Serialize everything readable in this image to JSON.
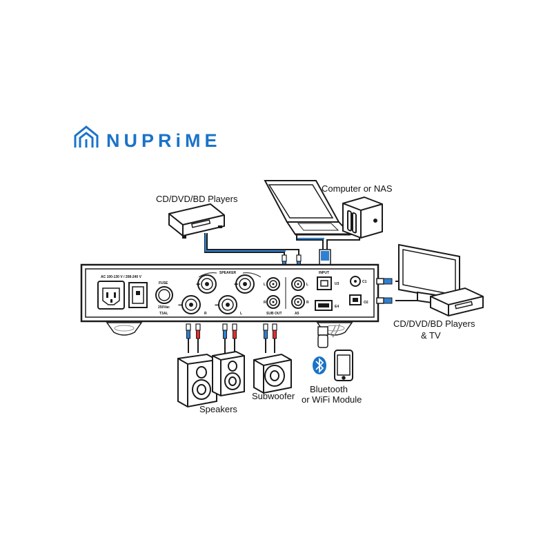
{
  "brand": {
    "name": "NUPRiME",
    "color": "#1a73c8"
  },
  "labels": {
    "cd_players_top": "CD/DVD/BD Players",
    "computer_nas": "Computer or NAS",
    "cd_players_tv_line1": "CD/DVD/BD Players",
    "cd_players_tv_line2": "& TV",
    "speakers": "Speakers",
    "subwoofer": "Subwoofer",
    "bt_wifi_line1": "Bluetooth",
    "bt_wifi_line2": "or WiFi Module"
  },
  "panel": {
    "ac_rating": "AC 100-130 V / 208-240 V",
    "fuse": "FUSE",
    "fuse_rating": "250Vac",
    "fuse_type": "T3AL",
    "speaker": "SPEAKER",
    "plus": "+",
    "minus": "−",
    "right": "R",
    "left": "L",
    "sub_out": "SUB OUT",
    "a5": "A5",
    "input": "INPUT",
    "u3": "U3",
    "c1": "C1",
    "e4": "E4",
    "o2": "O2"
  },
  "colors": {
    "line": "#1a1a1a",
    "cable_blue": "#2f80d0",
    "plug_red": "#e03030",
    "panel": "#ffffff"
  }
}
